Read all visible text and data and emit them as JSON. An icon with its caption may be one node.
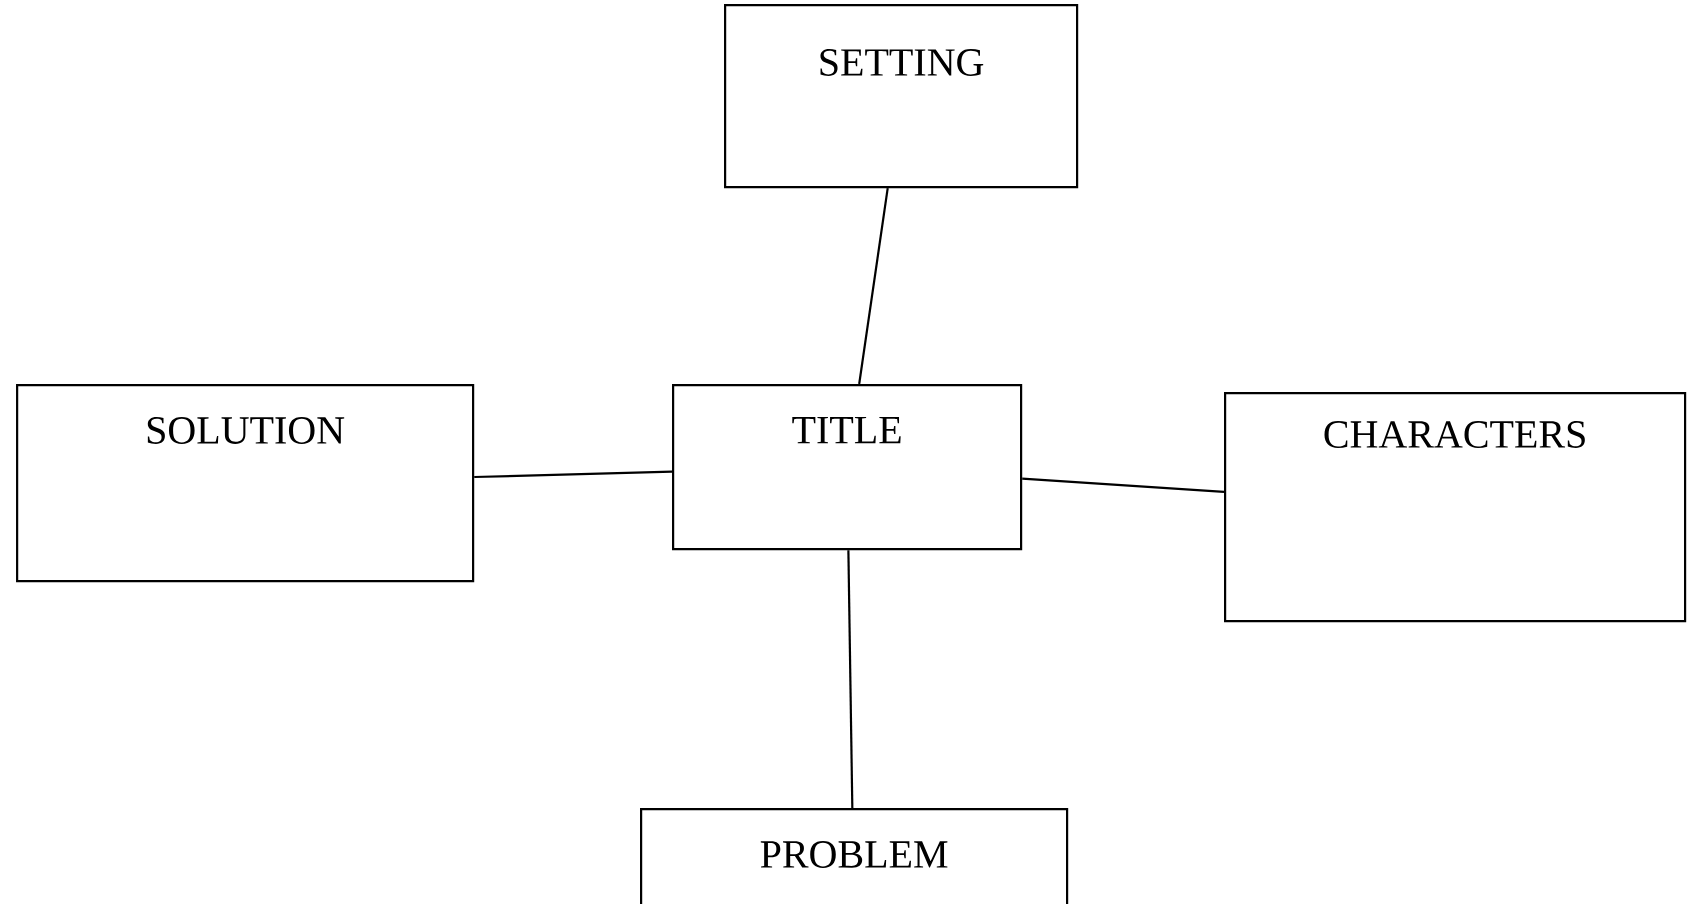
{
  "diagram": {
    "nodes": [
      {
        "text": [
          "SETTING"
        ]
      },
      {
        "text": [
          "SOLUTION"
        ]
      },
      {
        "text": [
          "TITLE"
        ]
      },
      {
        "text": [
          "CHARACTERS"
        ]
      },
      {
        "text": [
          "PROBLEM"
        ]
      }
    ],
    "edges": [
      {
        "from": 0,
        "to": 2,
        "arrow": "none"
      },
      {
        "from": 1,
        "to": 2,
        "arrow": "none"
      },
      {
        "from": 2,
        "to": 3,
        "arrow": "none"
      },
      {
        "from": 2,
        "to": 4,
        "arrow": "none"
      }
    ]
  }
}
